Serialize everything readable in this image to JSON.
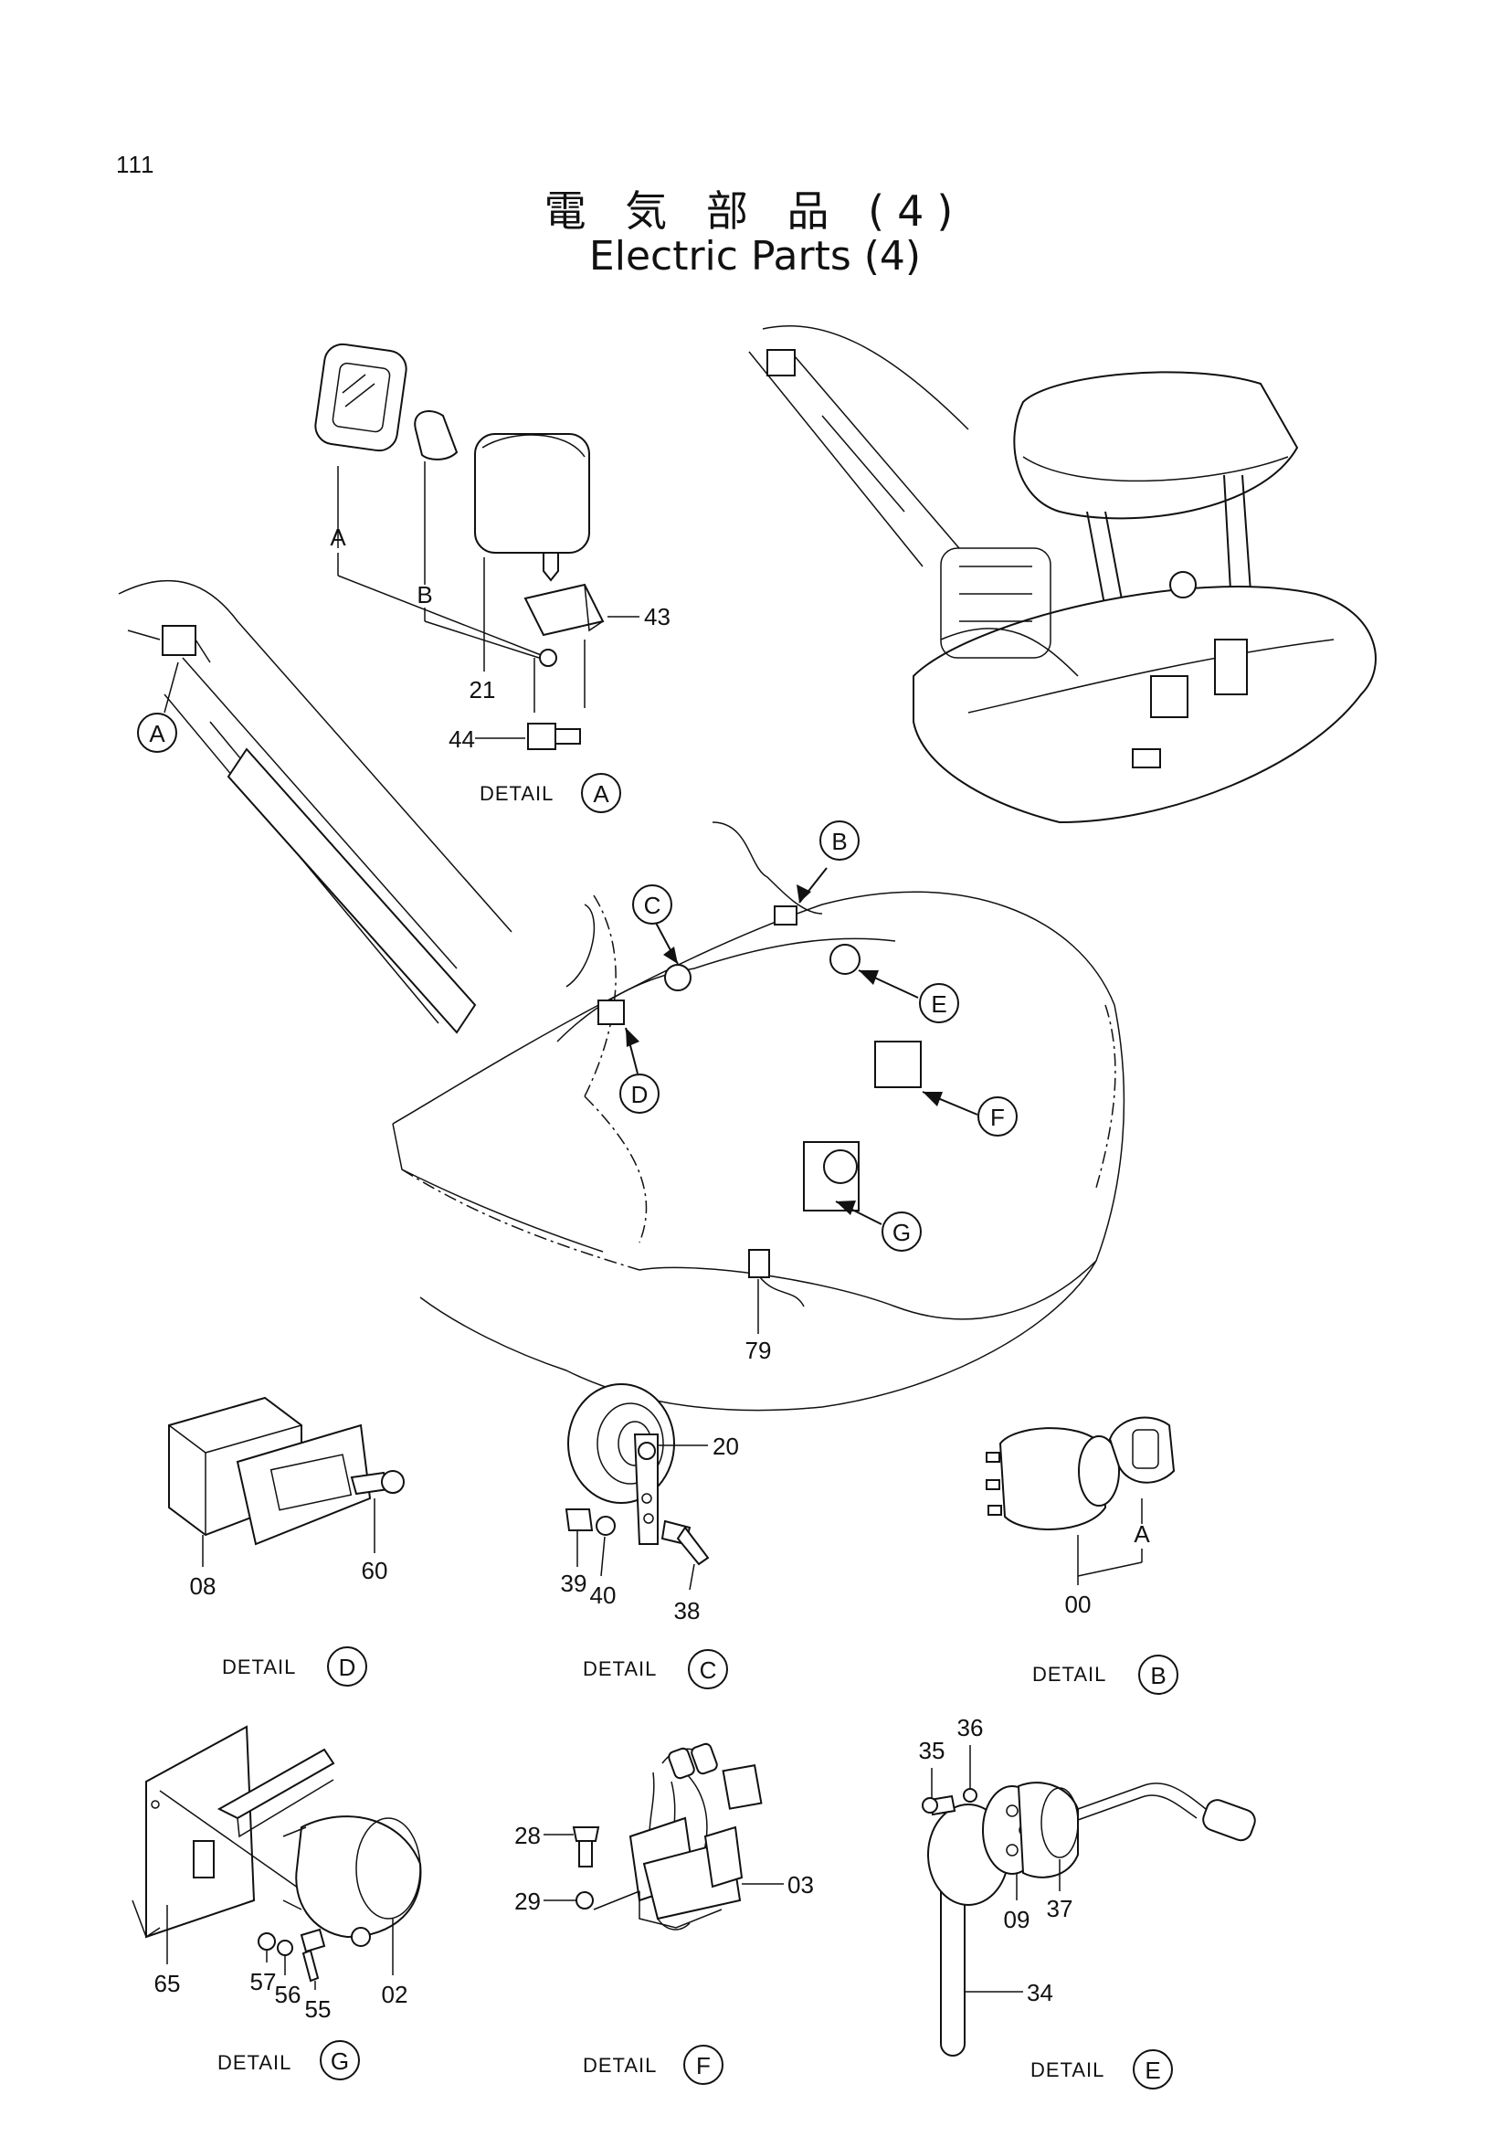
{
  "page_number": "111",
  "title_jp": "電 気 部 品 (4)",
  "title_en": "Electric Parts (4)",
  "callouts": {
    "main": [
      "A",
      "B",
      "C",
      "D",
      "E",
      "F",
      "G"
    ],
    "overview_part": "79"
  },
  "detail_label": "DETAIL",
  "details": {
    "A": {
      "letter": "A",
      "parts": [
        "43",
        "21",
        "44"
      ],
      "refs": [
        "A",
        "B"
      ]
    },
    "D": {
      "letter": "D",
      "parts": [
        "08",
        "60"
      ]
    },
    "C": {
      "letter": "C",
      "parts": [
        "20",
        "39",
        "40",
        "38"
      ]
    },
    "B": {
      "letter": "B",
      "parts": [
        "00"
      ],
      "refs": [
        "A"
      ]
    },
    "G": {
      "letter": "G",
      "parts": [
        "65",
        "57",
        "56",
        "55",
        "02"
      ]
    },
    "F": {
      "letter": "F",
      "parts": [
        "28",
        "29",
        "03"
      ]
    },
    "E": {
      "letter": "E",
      "parts": [
        "35",
        "36",
        "09",
        "37",
        "34"
      ]
    }
  }
}
